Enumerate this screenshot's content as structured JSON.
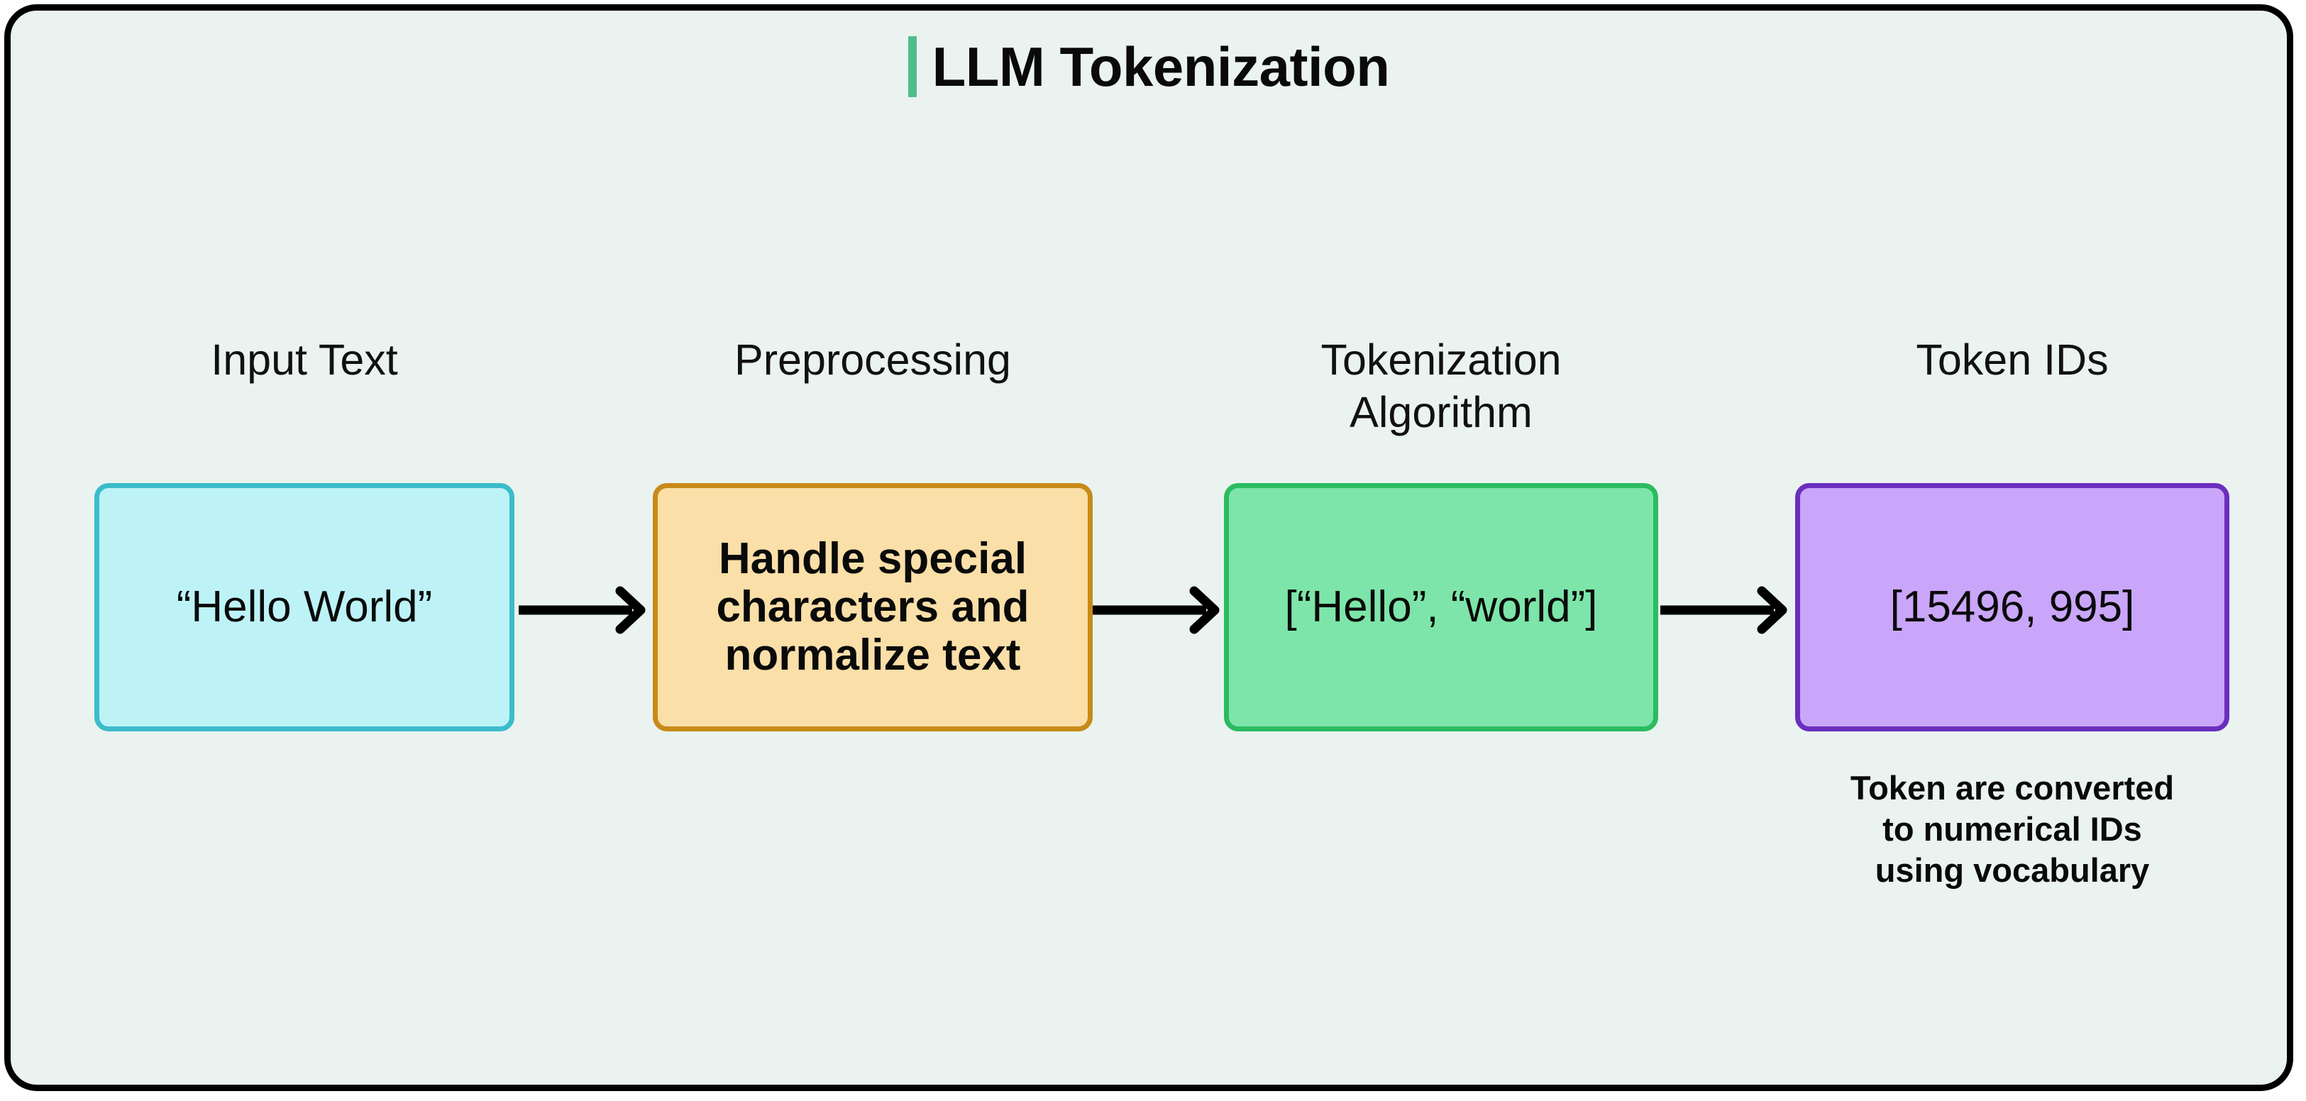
{
  "title": {
    "text": "LLM Tokenization",
    "accent_color": "#4FBD8B"
  },
  "canvas": {
    "background_color": "#eaf3ef",
    "border_color": "#000000"
  },
  "flow": {
    "arrow_color": "#000000",
    "arrow_icon": "arrow-right-icon",
    "stages": [
      {
        "header": "Input Text",
        "box_text": "“Hello World”",
        "bold": false,
        "fill_color": "#BDF3F7",
        "border_color": "#3BBCCB",
        "note": ""
      },
      {
        "header": "Preprocessing",
        "box_text": "Handle special\ncharacters and\nnormalize text",
        "bold": true,
        "fill_color": "#FADFA8",
        "border_color": "#C88A18",
        "note": ""
      },
      {
        "header": "Tokenization\nAlgorithm",
        "box_text": "[“Hello”, “world”]",
        "bold": false,
        "fill_color": "#7DE5A9",
        "border_color": "#2BBB62",
        "note": ""
      },
      {
        "header": "Token IDs",
        "box_text": "[15496, 995]",
        "bold": false,
        "fill_color": "#C9A6F9",
        "border_color": "#6A2EBE",
        "note": "Token are converted\nto numerical IDs\nusing vocabulary"
      }
    ]
  }
}
